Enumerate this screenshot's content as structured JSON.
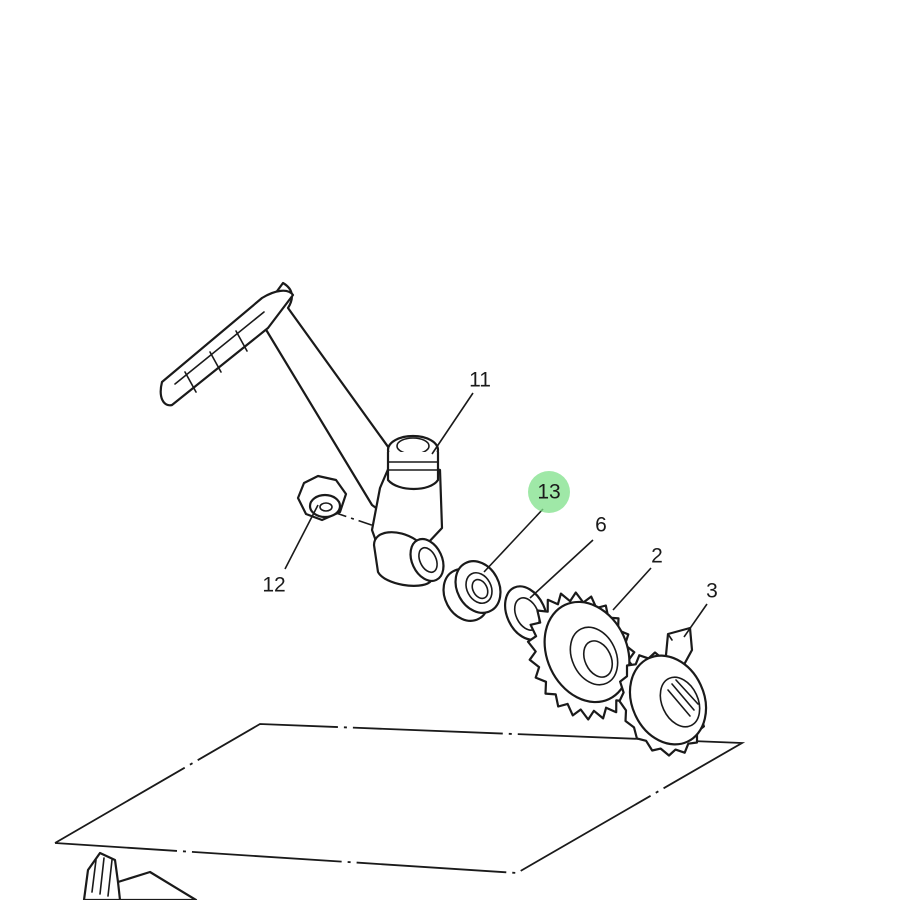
{
  "callouts": {
    "kick_lever": "11",
    "nut": "12",
    "oil_seal": "13",
    "washer": "6",
    "kick_gear": "2",
    "kick_ratchet": "3"
  },
  "highlight": {
    "part_number": "13",
    "color": "#7fe08a"
  }
}
